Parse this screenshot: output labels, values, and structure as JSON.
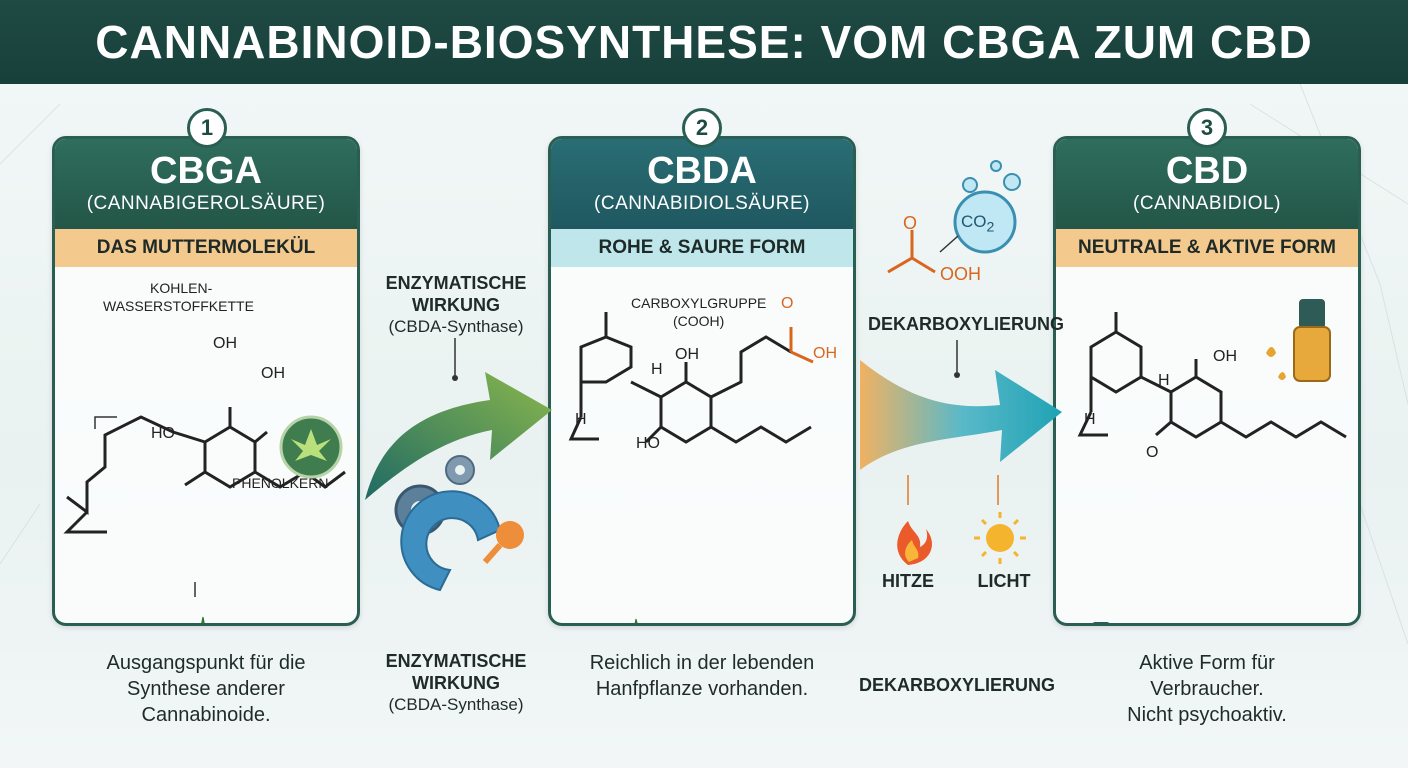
{
  "title": "CANNABINOID-BIOSYNTHESE: VOM CBGA ZUM CBD",
  "steps": [
    {
      "number": "1",
      "name": "CBGA",
      "full_name": "(CANNABIGEROLSÄURE)",
      "band": "DAS MUTTERMOLEKÜL",
      "labels": {
        "chain_line1": "KOHLEN-",
        "chain_line2": "WASSERSTOFFKETTE",
        "phenol": "PHENOLKERN",
        "oh1": "OH",
        "oh2": "OH",
        "ho": "HO"
      },
      "caption": [
        "Ausgangspunkt für die",
        "Synthese anderer",
        "Cannabinoide."
      ]
    },
    {
      "number": "2",
      "name": "CBDA",
      "full_name": "(CANNABIDIOLSÄURE)",
      "band": "ROHE & SAURE FORM",
      "labels": {
        "carboxyl_line1": "CARBOXYLGRUPPE",
        "carboxyl_line2": "(COOH)",
        "o": "O",
        "oh_cooh": "OH",
        "oh": "OH",
        "ho": "HO",
        "h1": "H",
        "h2": "H"
      },
      "caption": [
        "Reichlich in der lebenden",
        "Hanfpflanze vorhanden."
      ]
    },
    {
      "number": "3",
      "name": "CBD",
      "full_name": "(CANNABIDIOL)",
      "band": "NEUTRALE & AKTIVE FORM",
      "labels": {
        "oh": "OH",
        "o": "O",
        "h1": "H",
        "h2": "H"
      },
      "caption": [
        "Aktive Form für",
        "Verbraucher.",
        "Nicht psychoaktiv."
      ]
    }
  ],
  "transition1": {
    "title_line1": "ENZYMATISCHE",
    "title_line2": "WIRKUNG",
    "subtitle": "(CBDA-Synthase)",
    "bottom_line1": "ENZYMATISCHE",
    "bottom_line2": "WIRKUNG",
    "bottom_subtitle": "(CBDA-Synthase)"
  },
  "transition2": {
    "title": "DEKARBOXYLIERUNG",
    "co2": "CO",
    "co2_sub": "2",
    "o": "O",
    "ooh": "OOH",
    "heat": "HITZE",
    "light": "LICHT",
    "bottom": "DEKARBOXYLIERUNG"
  },
  "colors": {
    "header": "#1f4a43",
    "panel_border": "#2b5e52",
    "band_orange": "#f4c98e",
    "band_cyan": "#bfe6ea",
    "cooh_orange": "#d9661f"
  }
}
